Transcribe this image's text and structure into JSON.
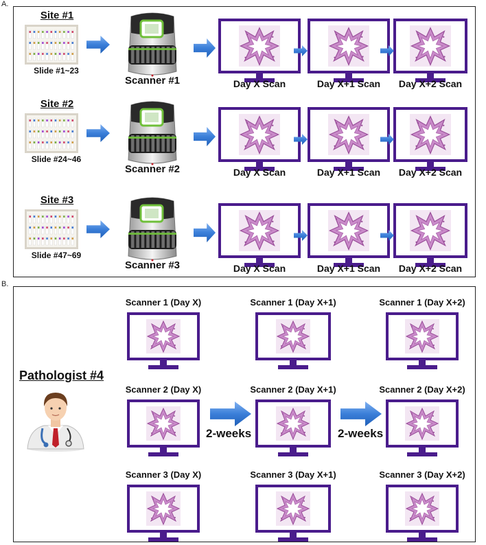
{
  "panel_a": {
    "label": "A.",
    "rows": [
      {
        "site": "Site #1",
        "slides": "Slide #1~23",
        "scanner": "Scanner #1",
        "scans": [
          "Day X Scan",
          "Day X+1 Scan",
          "Day X+2 Scan"
        ]
      },
      {
        "site": "Site #2",
        "slides": "Slide #24~46",
        "scanner": "Scanner #2",
        "scans": [
          "Day X Scan",
          "Day X+1 Scan",
          "Day X+2 Scan"
        ]
      },
      {
        "site": "Site #3",
        "slides": "Slide #47~69",
        "scanner": "Scanner #3",
        "scans": [
          "Day X Scan",
          "Day X+1 Scan",
          "Day X+2 Scan"
        ]
      }
    ]
  },
  "panel_b": {
    "label": "B.",
    "pathologist": "Pathologist #4",
    "interval_label": "2-weeks",
    "monitors": [
      [
        "Scanner 1 (Day X)",
        "Scanner 1 (Day X+1)",
        "Scanner 1 (Day X+2)"
      ],
      [
        "Scanner 2 (Day X)",
        "Scanner 2 (Day X+1)",
        "Scanner 2 (Day X+2)"
      ],
      [
        "Scanner 3 (Day X)",
        "Scanner 3 (Day X+1)",
        "Scanner 3 (Day X+2)"
      ]
    ]
  },
  "colors": {
    "monitor_frame": "#4a1c8c",
    "arrow": "#3b7fd9",
    "tissue": "#c98ac9"
  },
  "icons": {
    "slide_tray": "slide-tray-icon",
    "scanner": "scanner-icon",
    "monitor": "monitor-icon",
    "arrow": "arrow-right-icon",
    "doctor": "doctor-icon"
  }
}
